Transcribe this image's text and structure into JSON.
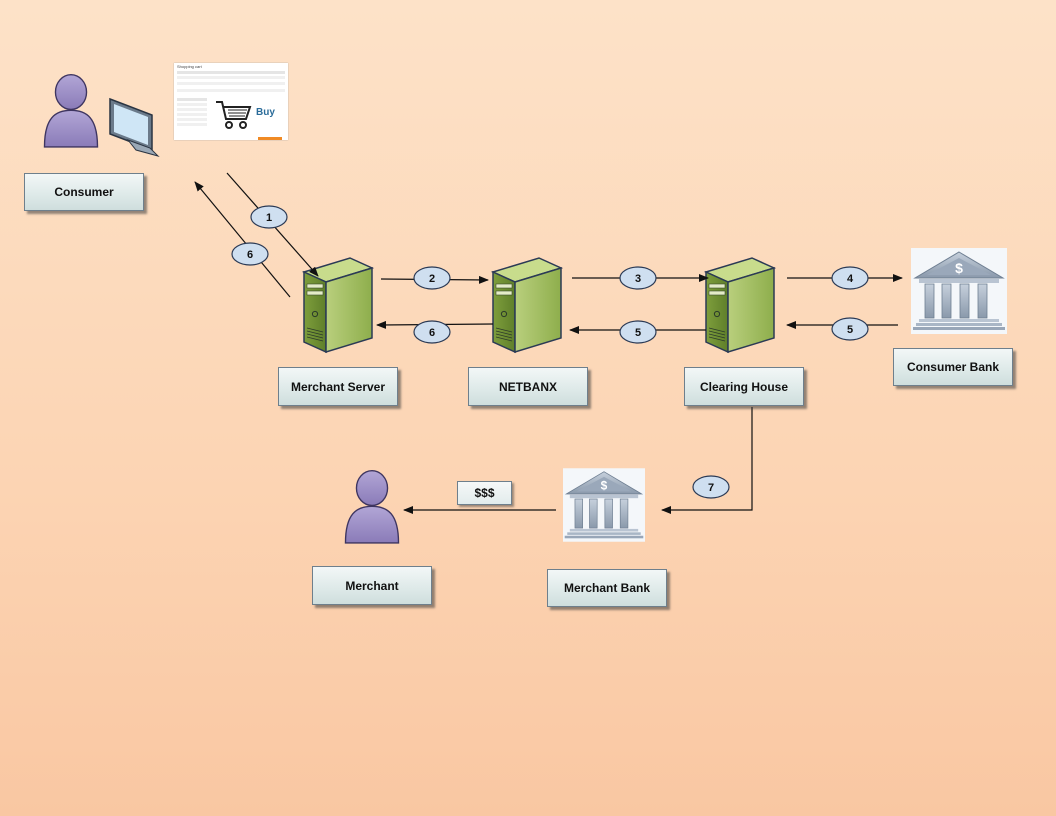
{
  "nodes": {
    "consumer": "Consumer",
    "merchant_server": "Merchant Server",
    "netbanx": "NETBANX",
    "clearing_house": "Clearing House",
    "consumer_bank": "Consumer Bank",
    "merchant": "Merchant",
    "merchant_bank": "Merchant Bank"
  },
  "steps": {
    "consumer_to_merchant": "1",
    "merchant_to_consumer": "6",
    "merchant_to_netbanx": "2",
    "netbanx_to_merchant": "6",
    "netbanx_to_clearing": "3",
    "clearing_to_netbanx": "5",
    "clearing_to_bank": "4",
    "bank_to_clearing": "5",
    "clearing_to_merchant_bank": "7"
  },
  "payout_label": "$$$",
  "cart_screenshot": {
    "title": "Shopping cart",
    "buy_label": "Buy"
  },
  "colors": {
    "background": "#fcd8b8",
    "person": "#9d8fc4",
    "server": "#8fae4a",
    "bank": "#a9b7c8",
    "step_bubble": "#cfdff0"
  }
}
